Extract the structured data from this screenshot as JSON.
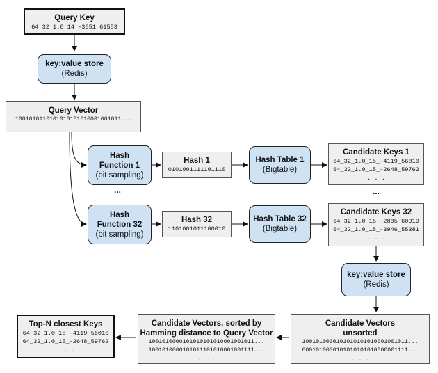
{
  "query_key": {
    "title": "Query Key",
    "value": "64_32_1.0_14_-3651_61553"
  },
  "kv_store_top": {
    "title": "key:value store",
    "subtitle": "(Redis)"
  },
  "query_vector": {
    "title": "Query Vector",
    "value": "1001010110101010101010001001011..."
  },
  "hash_fn_1": {
    "line1": "Hash",
    "line2": "Function 1",
    "line3": "(bit sampling)"
  },
  "hash_fn_32": {
    "line1": "Hash",
    "line2": "Function 32",
    "line3": "(bit sampling)"
  },
  "hash_1": {
    "title": "Hash 1",
    "value": "0101001111101110"
  },
  "hash_32": {
    "title": "Hash 32",
    "value": "1101001011100010"
  },
  "hash_table_1": {
    "title": "Hash Table 1",
    "subtitle": "(Bigtable)"
  },
  "hash_table_32": {
    "title": "Hash Table 32",
    "subtitle": "(Bigtable)"
  },
  "candidate_keys_1": {
    "title": "Candidate Keys 1",
    "rows": [
      "64_32_1.0_15_-4119_56010",
      "64_32_1.0_15_-2648_59762"
    ],
    "more": ". . ."
  },
  "candidate_keys_32": {
    "title": "Candidate Keys 32",
    "rows": [
      "64_32_1.0_15_-2805_60919",
      "64_32_1.0_15_-3946_55381"
    ],
    "more": ". . ."
  },
  "ellipsis_left": "...",
  "ellipsis_right": "...",
  "kv_store_bottom": {
    "title": "key:value store",
    "subtitle": "(Redis)"
  },
  "candidate_vectors_unsorted": {
    "title_line1": "Candidate Vectors",
    "title_line2": "unsorted",
    "rows": [
      "1001010000101010101010001001011...",
      "0001010000101010101010000001111..."
    ],
    "more": ". . ."
  },
  "candidate_vectors_sorted": {
    "title_line1": "Candidate Vectors, sorted by",
    "title_line2": "Hamming distance to Query Vector",
    "rows": [
      "1001010000101010101010001001011...",
      "1001010000101011101010001001111..."
    ],
    "more": ". . ."
  },
  "top_n": {
    "title": "Top-N closest Keys",
    "rows": [
      "64_32_1.0_15_-4119_56010",
      "64_32_1.0_15_-2648_59762"
    ],
    "more": ". . ."
  }
}
